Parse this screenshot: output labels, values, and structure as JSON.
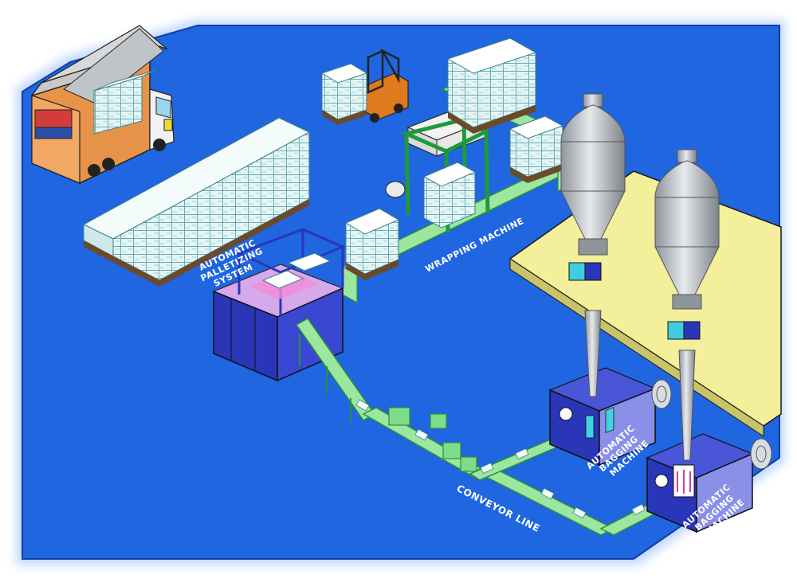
{
  "labels": {
    "palletizing_line1": "AUTOMATIC",
    "palletizing_line2": "PALLETIZING",
    "palletizing_line3": "SYSTEM",
    "wrapping": "WRAPPING MACHINE",
    "conveyor": "CONVEYOR LINE",
    "bagging1_line1": "AUTOMATIC",
    "bagging1_line2": "BAGGING",
    "bagging1_line3": "MACHINE",
    "bagging2_line1": "AUTOMATIC",
    "bagging2_line2": "BAGGING",
    "bagging2_line3": "MACHINE"
  },
  "colors": {
    "floor": "#1f66e0",
    "floor_edge": "#0d3fa8",
    "platform": "#f4ef9a",
    "bag": "#dff3f3",
    "pallet": "#6b4a2a",
    "conveyor": "#9be7a0",
    "conveyor_dark": "#2f8f3a",
    "machine": "#2a36b8",
    "machine_light": "#8a8fe8",
    "silo": "#b9bec4",
    "truck": "#e7934a",
    "forklift": "#e07a1f"
  },
  "icons": {
    "truck": "truck-icon",
    "forklift": "forklift-icon",
    "silo": "silo-icon",
    "fan": "fan-icon"
  }
}
